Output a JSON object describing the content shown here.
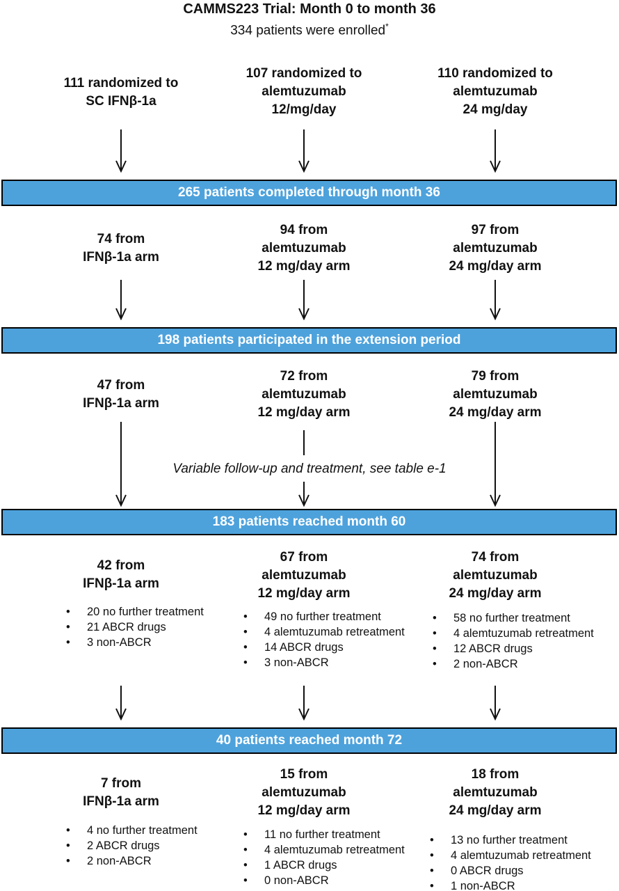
{
  "title": "CAMMS223 Trial: Month 0 to month 36",
  "enrollment": {
    "text": "334 patients were enrolled",
    "footnote_marker": "*"
  },
  "colors": {
    "bar_fill": "#4da2dc",
    "bar_border": "#000000",
    "text": "#111111"
  },
  "randomized": [
    "111 randomized to\nSC IFNβ-1a",
    "107 randomized to\nalemtuzumab\n12/mg/day",
    "110 randomized to\nalemtuzumab\n24 mg/day"
  ],
  "bars": [
    "265 patients completed through month 36",
    "198 patients participated in the extension period",
    "183 patients reached month 60",
    "40 patients reached month 72"
  ],
  "completed_month36": [
    "74 from\nIFNβ-1a arm",
    "94 from\nalemtuzumab\n12 mg/day arm",
    "97 from\nalemtuzumab\n24 mg/day arm"
  ],
  "extension_period": [
    "47 from\nIFNβ-1a arm",
    "72 from\nalemtuzumab\n12 mg/day arm",
    "79 from\nalemtuzumab\n24 mg/day arm"
  ],
  "note": "Variable follow-up and treatment, see table e-1",
  "month60": {
    "headers": [
      "42 from\nIFNβ-1a arm",
      "67 from\nalemtuzumab\n12 mg/day arm",
      "74 from\nalemtuzumab\n24 mg/day arm"
    ],
    "bullets": [
      [
        "20 no further treatment",
        "21 ABCR drugs",
        "3 non-ABCR"
      ],
      [
        "49 no further treatment",
        "4 alemtuzumab retreatment",
        "14 ABCR drugs",
        "3 non-ABCR"
      ],
      [
        "58 no further treatment",
        "4 alemtuzumab retreatment",
        "12 ABCR drugs",
        "2 non-ABCR"
      ]
    ]
  },
  "month72": {
    "headers": [
      "7 from\nIFNβ-1a arm",
      "15 from\nalemtuzumab\n12 mg/day arm",
      "18 from\nalemtuzumab\n24 mg/day arm"
    ],
    "bullets": [
      [
        "4 no further treatment",
        "2 ABCR drugs",
        "2 non-ABCR"
      ],
      [
        "11 no further treatment",
        "4 alemtuzumab retreatment",
        "1 ABCR drugs",
        "0 non-ABCR"
      ],
      [
        "13 no further treatment",
        "4 alemtuzumab retreatment",
        "0 ABCR drugs",
        "1 non-ABCR"
      ]
    ]
  }
}
